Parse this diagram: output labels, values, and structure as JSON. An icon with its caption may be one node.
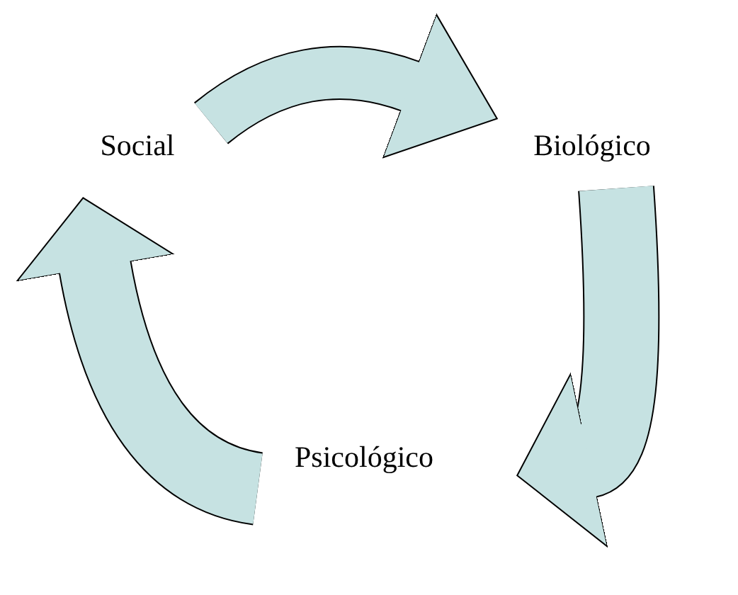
{
  "diagram": {
    "nodes": [
      {
        "text": [
          "Social"
        ]
      },
      {
        "text": [
          "Biológico"
        ]
      },
      {
        "text": [
          "Psicológico"
        ]
      }
    ],
    "edges": [
      {
        "from": 0,
        "to": 1,
        "arrow": "to"
      },
      {
        "from": 1,
        "to": 2,
        "arrow": "to"
      },
      {
        "from": 2,
        "to": 0,
        "arrow": "to"
      }
    ]
  }
}
